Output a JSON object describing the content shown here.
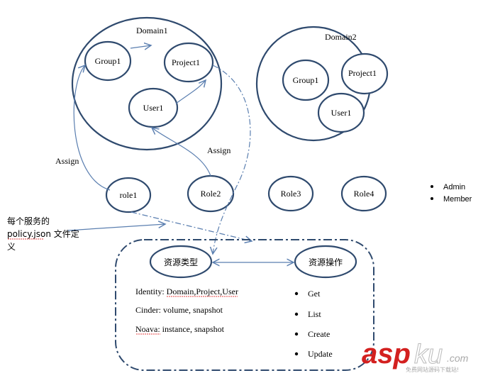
{
  "domain1": {
    "label": "Domain1",
    "group": "Group1",
    "project": "Project1",
    "user": "User1"
  },
  "domain2": {
    "label": "Domain2",
    "group": "Group1",
    "project": "Project1",
    "user": "User1"
  },
  "roles": [
    "role1",
    "Role2",
    "Role3",
    "Role4"
  ],
  "assign_labels": [
    "Assign",
    "Assign"
  ],
  "role_types": [
    "Admin",
    "Member"
  ],
  "policy_note": [
    "每个服务的",
    "policy.json 文件定",
    "义"
  ],
  "resource_box": {
    "type_label": "资源类型",
    "op_label": "资源操作",
    "types": [
      "Identity: Domain,Project,User",
      "Cinder: volume, snapshot",
      "Noava: instance, snapshot"
    ],
    "ops": [
      "Get",
      "List",
      "Create",
      "Update"
    ]
  },
  "watermark": {
    "brand": "aspku.com",
    "tagline": "免费网站源码下载站!"
  },
  "colors": {
    "outline": "#2f4a6e",
    "connector": "#5b7fb0",
    "watermark": "#d3201f"
  }
}
